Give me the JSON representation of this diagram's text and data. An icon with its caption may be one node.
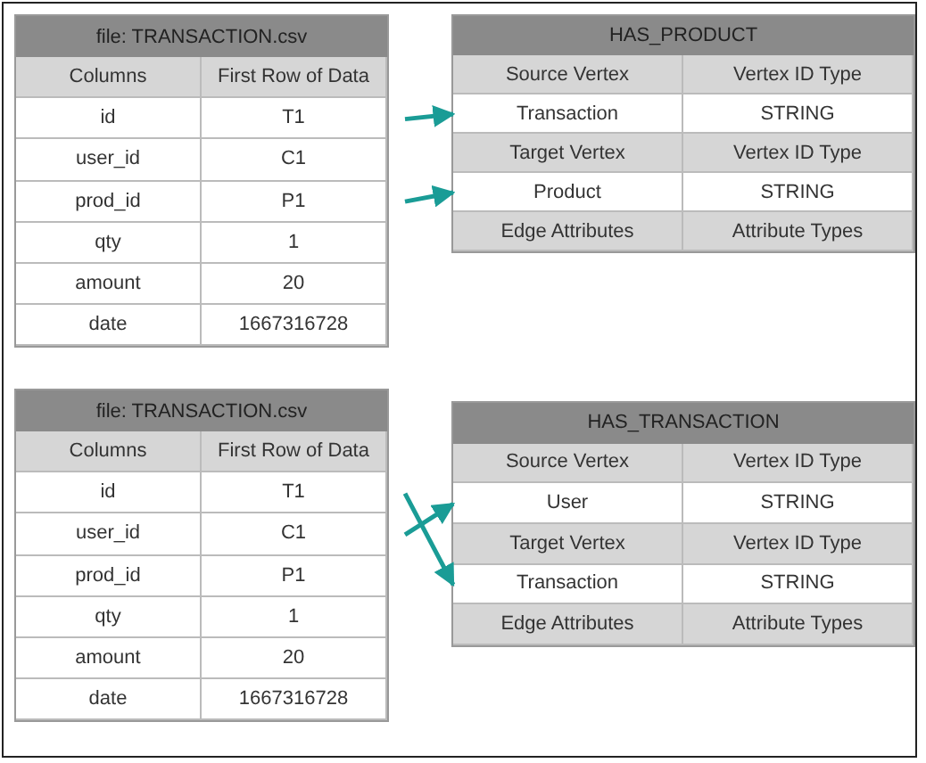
{
  "diagram": {
    "nodes": [
      {
        "text": [
          "file: TRANSACTION.csv"
        ]
      },
      {
        "text": [
          "Columns"
        ],
        "in": 0
      },
      {
        "text": [
          "First Row of Data"
        ],
        "in": 0
      },
      {
        "text": [
          "id"
        ],
        "in": 0
      },
      {
        "text": [
          "T1"
        ],
        "in": 0
      },
      {
        "text": [
          "user_id"
        ],
        "in": 0
      },
      {
        "text": [
          "C1"
        ],
        "in": 0
      },
      {
        "text": [
          "prod_id"
        ],
        "in": 0
      },
      {
        "text": [
          "P1"
        ],
        "in": 0
      },
      {
        "text": [
          "qty"
        ],
        "in": 0
      },
      {
        "text": [
          "1"
        ],
        "in": 0
      },
      {
        "text": [
          "amount"
        ],
        "in": 0
      },
      {
        "text": [
          "20"
        ],
        "in": 0
      },
      {
        "text": [
          "date"
        ],
        "in": 0
      },
      {
        "text": [
          "1667316728"
        ],
        "in": 0
      },
      {
        "text": [
          "HAS_PRODUCT"
        ]
      },
      {
        "text": [
          "Source Vertex"
        ],
        "in": 15
      },
      {
        "text": [
          "Vertex ID Type"
        ],
        "in": 15
      },
      {
        "text": [
          "Transaction"
        ],
        "in": 15
      },
      {
        "text": [
          "STRING"
        ],
        "in": 15
      },
      {
        "text": [
          "Target Vertex"
        ],
        "in": 15
      },
      {
        "text": [
          "Vertex ID Type"
        ],
        "in": 15
      },
      {
        "text": [
          "Product"
        ],
        "in": 15
      },
      {
        "text": [
          "STRING"
        ],
        "in": 15
      },
      {
        "text": [
          "Edge Attributes"
        ],
        "in": 15
      },
      {
        "text": [
          "Attribute Types"
        ],
        "in": 15
      },
      {
        "text": [
          "file: TRANSACTION.csv"
        ]
      },
      {
        "text": [
          "Columns"
        ],
        "in": 26
      },
      {
        "text": [
          "First Row of Data"
        ],
        "in": 26
      },
      {
        "text": [
          "id"
        ],
        "in": 26
      },
      {
        "text": [
          "T1"
        ],
        "in": 26
      },
      {
        "text": [
          "user_id"
        ],
        "in": 26
      },
      {
        "text": [
          "C1"
        ],
        "in": 26
      },
      {
        "text": [
          "prod_id"
        ],
        "in": 26
      },
      {
        "text": [
          "P1"
        ],
        "in": 26
      },
      {
        "text": [
          "qty"
        ],
        "in": 26
      },
      {
        "text": [
          "1"
        ],
        "in": 26
      },
      {
        "text": [
          "amount"
        ],
        "in": 26
      },
      {
        "text": [
          "20"
        ],
        "in": 26
      },
      {
        "text": [
          "date"
        ],
        "in": 26
      },
      {
        "text": [
          "1667316728"
        ],
        "in": 26
      },
      {
        "text": [
          "HAS_TRANSACTION"
        ]
      },
      {
        "text": [
          "Source Vertex"
        ],
        "in": 41
      },
      {
        "text": [
          "Vertex ID Type"
        ],
        "in": 41
      },
      {
        "text": [
          "User"
        ],
        "in": 41
      },
      {
        "text": [
          "STRING"
        ],
        "in": 41
      },
      {
        "text": [
          "Target Vertex"
        ],
        "in": 41
      },
      {
        "text": [
          "Vertex ID Type"
        ],
        "in": 41
      },
      {
        "text": [
          "Transaction"
        ],
        "in": 41
      },
      {
        "text": [
          "STRING"
        ],
        "in": 41
      },
      {
        "text": [
          "Edge Attributes"
        ],
        "in": 41
      },
      {
        "text": [
          "Attribute Types"
        ],
        "in": 41
      }
    ],
    "edges": [
      {
        "from": 4,
        "to": 18,
        "arrow": "to"
      },
      {
        "from": 8,
        "to": 22,
        "arrow": "to"
      },
      {
        "from": 30,
        "to": 48,
        "arrow": "to"
      },
      {
        "from": 32,
        "to": 44,
        "arrow": "to"
      }
    ]
  }
}
